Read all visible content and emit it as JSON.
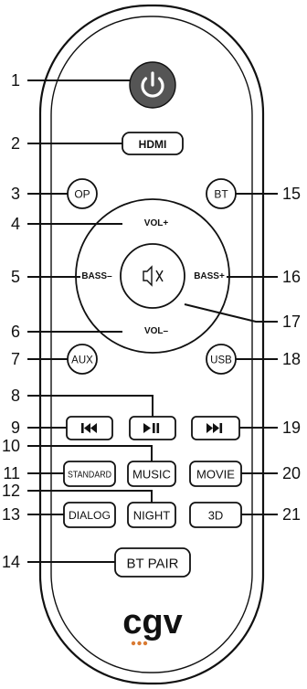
{
  "buttons": {
    "power": {
      "icon": "power-icon",
      "color": "#555555"
    },
    "hdmi": "HDMI",
    "op": "OP",
    "bt": "BT",
    "vol_up": "VOL+",
    "vol_down": "VOL–",
    "bass_down": "BASS–",
    "bass_up": "BASS+",
    "mute": {
      "icon": "mute-icon"
    },
    "aux": "AUX",
    "usb": "USB",
    "prev": {
      "icon": "previous-track-icon"
    },
    "play_pause": {
      "icon": "play-pause-icon"
    },
    "next": {
      "icon": "next-track-icon"
    },
    "standard": "STANDARD",
    "music": "MUSIC",
    "movie": "MOVIE",
    "dialog": "DIALOG",
    "night": "NIGHT",
    "three_d": "3D",
    "bt_pair": "BT PAIR"
  },
  "brand": {
    "logo_text": "cgv",
    "accent": "#d97a32"
  },
  "callouts": [
    "1",
    "2",
    "3",
    "4",
    "5",
    "6",
    "7",
    "8",
    "9",
    "10",
    "11",
    "12",
    "13",
    "14",
    "15",
    "16",
    "17",
    "18",
    "19",
    "20",
    "21"
  ]
}
